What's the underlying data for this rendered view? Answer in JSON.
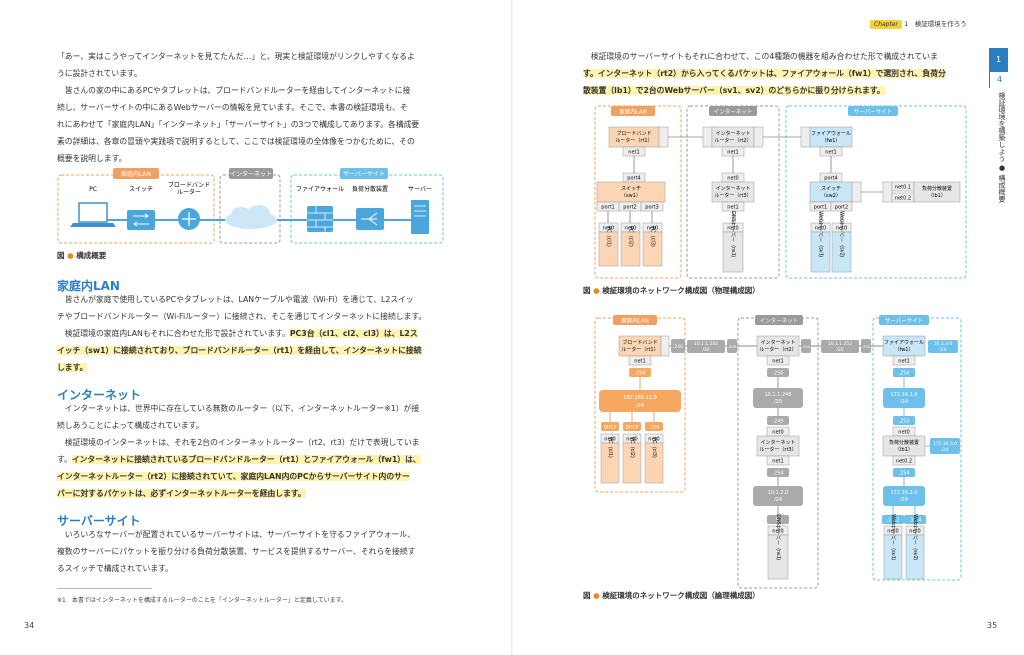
{
  "left_page": {
    "intro": [
      "「あー、実はこうやってインターネットを見てたんだ…」と、現実と検証環境がリンクしやすくなるよ",
      "うに設計されています。",
      "　皆さんの家の中にあるPCやタブレットは、ブロードバンドルーターを経由してインターネットに接",
      "続し、サーバーサイトの中にあるWebサーバーの情報を見ています。そこで、本書の検証環境も、そ",
      "れにあわせて「家庭内LAN」「インターネット」「サーバーサイト」の3つで構成してあります。各構成要",
      "素の詳細は、各章の冒頭や実践項で説明するとして、ここでは検証環境の全体像をつかむために、その",
      "概要を説明します。"
    ],
    "overview_figure": {
      "zone_home": "家庭内LAN",
      "zone_internet": "インターネット",
      "zone_server": "サーバーサイト",
      "label_pc": "PC",
      "label_switch": "スイッチ",
      "label_bb_router": "ブロードバンド\nルーター",
      "label_firewall": "ファイアウォール",
      "label_lb": "負荷分散装置",
      "label_server": "サーバー",
      "caption": "構成概要"
    },
    "sec1_title": "家庭内LAN",
    "sec1_lines": [
      "　皆さんが家庭で使用しているPCやタブレットは、LANケーブルや電波（Wi-Fi）を通じて、L2スイッ",
      "チやブロードバンドルーター（Wi-Fiルーター）に接続され、そこを通じてインターネットに接続します。",
      "　検証環境の家庭内LANもそれに合わせた形で設計されています。"
    ],
    "sec1_hl": [
      "PC3台（cl1、cl2、cl3）は、L2ス",
      "イッチ（sw1）に接続されており、ブロードバンドルーター（rt1）を経由して、インターネットに接続",
      "します。"
    ],
    "sec2_title": "インターネット",
    "sec2_lines": [
      "　インターネットは、世界中に存在している無数のルーター（以下、インターネットルーター※1）が接",
      "続しあうことによって構成されています。",
      "　検証環境のインターネットは、それを2台のインターネットルーター（rt2、rt3）だけで表現していま",
      "す。"
    ],
    "sec2_hl": [
      "インターネットに接続されているブロードバンドルーター（rt1）とファイアウォール（fw1）は、",
      "インターネットルーター（rt2）に接続されていて、家庭内LAN内のPCからサーバーサイト内のサー",
      "バーに対するパケットは、必ずインターネットルーターを経由します。"
    ],
    "sec3_title": "サーバーサイト",
    "sec3_lines": [
      "　いろいろなサーバーが配置されているサーバーサイトは、サーバーサイトを守るファイアウォール、",
      "複数のサーバーにパケットを振り分ける負荷分散装置、サービスを提供するサーバー、それらを接続す",
      "るスイッチで構成されています。"
    ],
    "footnote": "※1　本書ではインターネットを構成するルーターのことを「インターネットルーター」と定義しています。",
    "page_number": "34"
  },
  "right_page": {
    "header_badge": "Chapter",
    "header_text": "1　検証環境を作ろう",
    "side_chapter": "1",
    "side_section": "4",
    "side_vertical": "検証環境を構築しよう ● 構成概要",
    "intro_line": "　検証環境のサーバーサイトもそれに合わせて、この4種類の機器を組み合わせた形で構成されていま",
    "intro_hl": [
      "す。インターネット（rt2）から入ってくるパケットは、ファイアウォール（fw1）で選別され、負荷分",
      "散装置（lb1）で2台のWebサーバー（sv1、sv2）のどちらかに振り分けられます。"
    ],
    "physical": {
      "zone_home": "家庭内LAN",
      "zone_internet": "インターネット",
      "zone_server": "サーバーサイト",
      "rt1": "ブロードバンド\nルーター（rt1）",
      "rt2": "インターネット\nルーター（rt2）",
      "rt3": "インターネット\nルーター（rt3）",
      "fw1": "ファイアウォール\n（fw1）",
      "sw1": "スイッチ\n（sw1）",
      "sw2": "スイッチ\n（sw2）",
      "lb1": "負荷分散装置\n（lb1）",
      "net0": "net0",
      "net1": "net1",
      "net0_1": "net0.1",
      "net0_2": "net0.2",
      "port1": "port1",
      "port2": "port2",
      "port3": "port3",
      "port4": "port4",
      "pc1": "PC（cl1）",
      "pc2": "PC（cl2）",
      "pc3": "PC（cl3）",
      "dns": "DNSサーバー（ns1）",
      "web1": "Webサーバー（sv1）",
      "web2": "Webサーバー（sv2）",
      "caption": "検証環境のネットワーク構成図（物理構成図）"
    },
    "logical": {
      "zone_home": "家庭内LAN",
      "zone_internet": "インターネット",
      "zone_server": "サーバーサイト",
      "rt1": "ブロードバンド\nルーター（rt1）",
      "rt2": "インターネット\nルーター（rt2）",
      "rt3": "インターネット\nルーター（rt3）",
      "fw1": "ファイアウォール\n（fw1）",
      "lb1": "負荷分散装置\n（lb1）",
      "net_a": "10.1.1.244\n/30",
      "net_b": "10.1.1.252\n/30",
      "net_c": "10.1.3.0\n/24",
      "net_home": "192.168.11.0\n/24",
      "net_rt23": "10.1.1.248\n/30",
      "net_dns": "10.1.2.0\n/24",
      "net_fw_lb": "172.16.1.0\n/24",
      "net_vip": "172.16.3.0\n/24",
      "net_srv": "172.16.2.0\n/24",
      "v254": ".254",
      "v245": ".245",
      "v246": ".246",
      "v253": ".253",
      "v254b": ".254",
      "v250": ".250",
      "v249": ".249",
      "v1": ".1",
      "v253b": ".253",
      "v254c": ".254",
      "v53": ".53",
      "v12": ".1 /.2",
      "v34": ".3 /.4",
      "dhcp1": "DHCP",
      "dhcp2": "DHCP",
      "v100": ".100",
      "pc1": "PC（cl1）",
      "pc2": "PC（cl2）",
      "pc3": "PC（cl3）",
      "dns": "DNSサーバー（ns1）",
      "web1": "Webサーバー（sv1）",
      "web2": "Webサーバー（sv2）",
      "caption": "検証環境のネットワーク構成図（論理構成図）"
    },
    "page_number": "35"
  },
  "colors": {
    "accent_blue": "#2b7fc1",
    "home_orange": "#f0a060",
    "home_fill": "#fcd6b4",
    "server_blue": "#6cc0ea",
    "server_fill": "#c8e6f6",
    "internet_gray": "#9a9a9a",
    "highlight": "#fff3b0"
  }
}
